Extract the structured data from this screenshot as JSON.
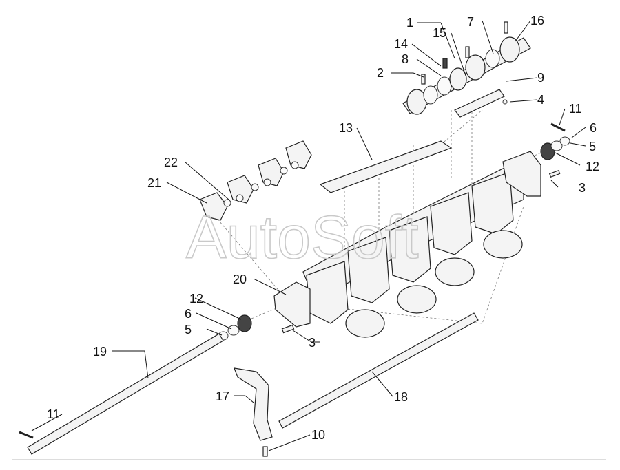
{
  "diagram": {
    "watermark": "AutoSoft",
    "callouts": [
      {
        "id": "c1",
        "text": "1"
      },
      {
        "id": "c2",
        "text": "2"
      },
      {
        "id": "c3a",
        "text": "3"
      },
      {
        "id": "c3b",
        "text": "3"
      },
      {
        "id": "c4",
        "text": "4"
      },
      {
        "id": "c5a",
        "text": "5"
      },
      {
        "id": "c5b",
        "text": "5"
      },
      {
        "id": "c6a",
        "text": "6"
      },
      {
        "id": "c6b",
        "text": "6"
      },
      {
        "id": "c7",
        "text": "7"
      },
      {
        "id": "c8",
        "text": "8"
      },
      {
        "id": "c9",
        "text": "9"
      },
      {
        "id": "c10",
        "text": "10"
      },
      {
        "id": "c11a",
        "text": "11"
      },
      {
        "id": "c11b",
        "text": "11"
      },
      {
        "id": "c12a",
        "text": "12"
      },
      {
        "id": "c12b",
        "text": "12"
      },
      {
        "id": "c13",
        "text": "13"
      },
      {
        "id": "c14",
        "text": "14"
      },
      {
        "id": "c15",
        "text": "15"
      },
      {
        "id": "c16",
        "text": "16"
      },
      {
        "id": "c17",
        "text": "17"
      },
      {
        "id": "c18",
        "text": "18"
      },
      {
        "id": "c19",
        "text": "19"
      },
      {
        "id": "c20",
        "text": "20"
      },
      {
        "id": "c21",
        "text": "21"
      },
      {
        "id": "c22",
        "text": "22"
      }
    ]
  }
}
